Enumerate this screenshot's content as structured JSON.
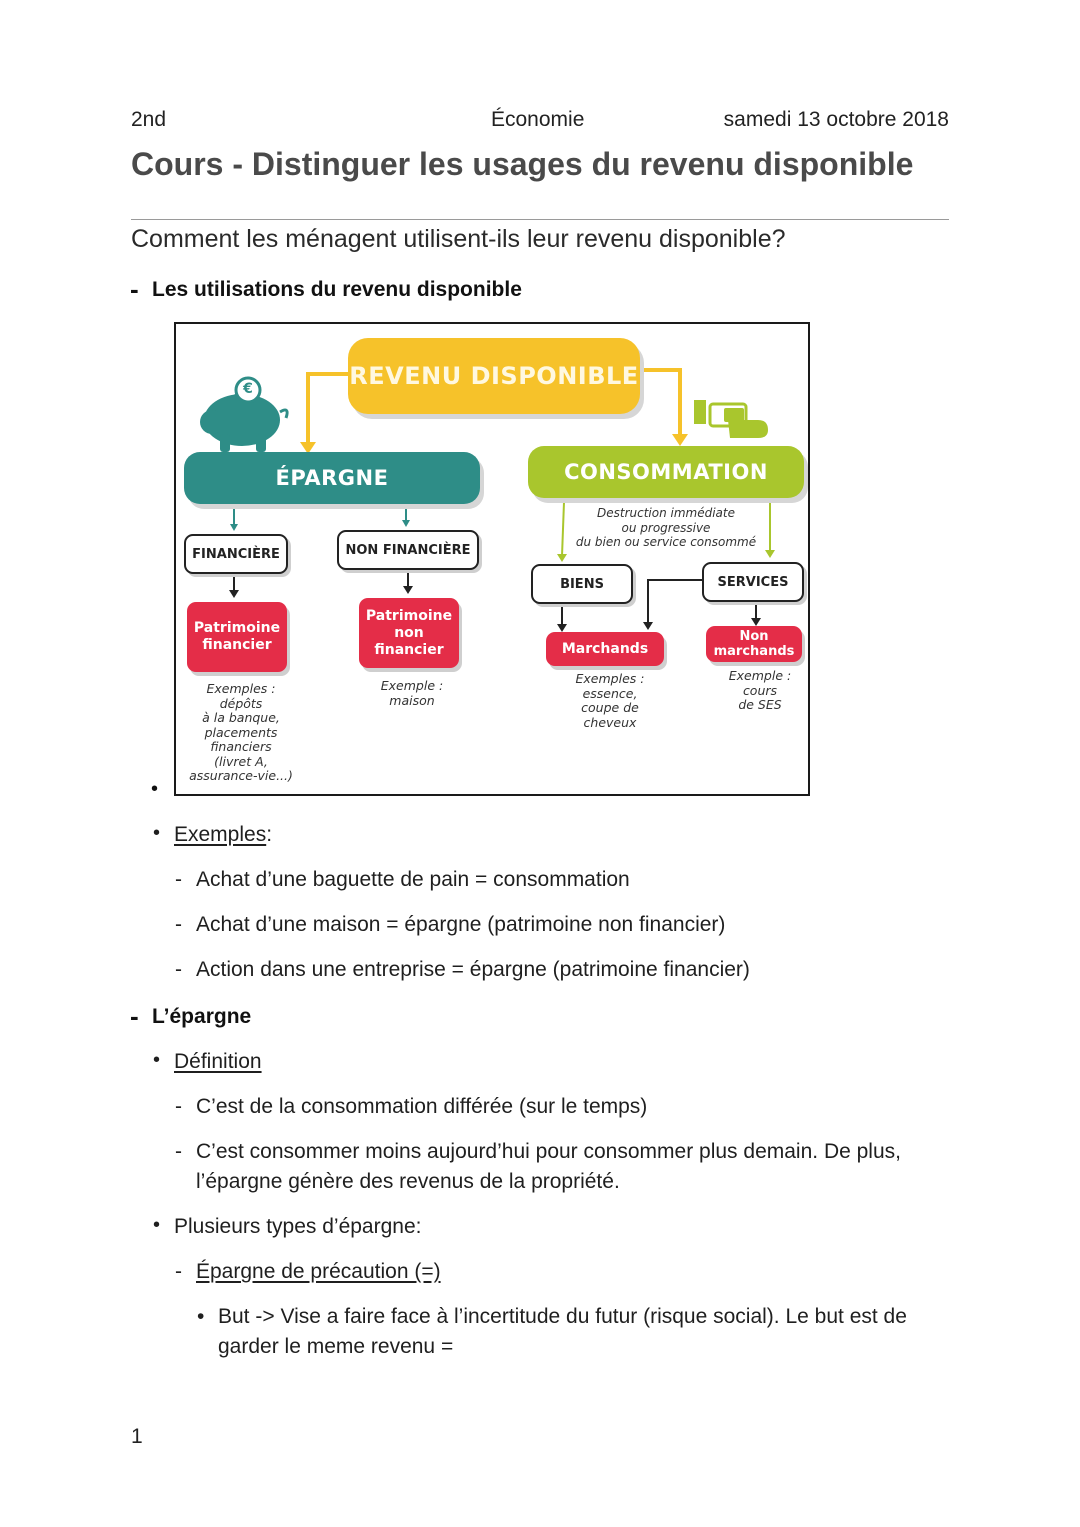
{
  "header": {
    "level": "2nd",
    "subject": "Économie",
    "date": "samedi 13 octobre 2018"
  },
  "title": "Cours - Distinguer les usages du revenu disponible",
  "question": "Comment les ménagent utilisent-ils leur revenu disponible?",
  "section1": {
    "heading": "Les utilisations du revenu disponible",
    "diagram": {
      "revenu": "REVENU DISPONIBLE",
      "epargne": "ÉPARGNE",
      "consommation": "CONSOMMATION",
      "financiere": "FINANCIÈRE",
      "non_financiere": "NON FINANCIÈRE",
      "patrimoine_financier": "Patrimoine financier",
      "patrimoine_non_financier": "Patrimoine non financier",
      "destruction": "Destruction immédiate\nou progressive\ndu bien ou service consommé",
      "biens": "BIENS",
      "services": "SERVICES",
      "marchands": "Marchands",
      "non_marchands": "Non marchands",
      "ex_financier": "Exemples :\ndépôts\nà la banque,\nplacements\nfinanciers\n(livret A,\nassurance-vie...)",
      "ex_non_financier": "Exemple :\nmaison",
      "ex_marchands": "Exemples :\nessence,\ncoupe de\ncheveux",
      "ex_non_marchands": "Exemple :\ncours\nde SES",
      "euro_symbol": "€"
    },
    "stray_bullet": "•",
    "examples_label": "Exemples",
    "examples_colon": ":",
    "examples": [
      "Achat d’une baguette de pain = consommation",
      "Achat d’une maison = épargne (patrimoine non financier)",
      "Action dans une entreprise = épargne (patrimoine financier)"
    ]
  },
  "section2": {
    "heading": "L’épargne",
    "definition_label": "Définition",
    "definitions": [
      "C’est de la consommation différée (sur le temps)",
      "C’est consommer moins aujourd’hui pour consommer plus demain. De plus, l’épargne génère des revenus de la propriété."
    ],
    "types_label": "Plusieurs types d’épargne:",
    "type1": "Épargne de précaution (=)",
    "type1_goal": "But -> Vise a faire face à l’incertitude du futur (risque social). Le but est de garder le meme revenu ="
  },
  "page_number": "1",
  "colors": {
    "yellow": "#f6c22a",
    "teal": "#2e8d87",
    "green": "#a9c62d",
    "red": "#e42d48"
  }
}
